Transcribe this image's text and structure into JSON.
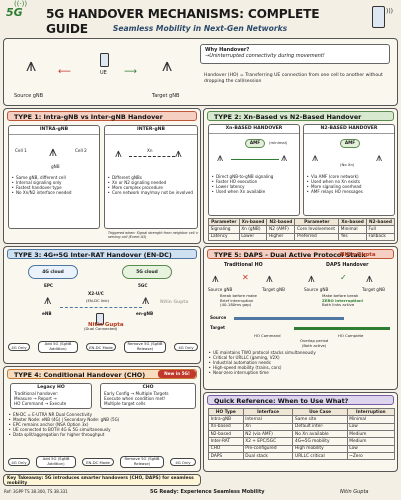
{
  "title": {
    "logo": "5G",
    "main": "5G HANDOVER MECHANISMS: COMPLETE GUIDE",
    "subtitle": "Seamless Mobility in Next-Gen Networks"
  },
  "intro": {
    "ue_label": "UE",
    "source_label": "Source gNB",
    "target_label": "Target gNB",
    "why_q": "Why Handover?",
    "why_a": "→Uninterrupted connectivity during movement!",
    "definition": "Handover (HO) = Transferring UE connection from one cell to another without dropping the call/session"
  },
  "type1": {
    "header": "TYPE 1: Intra-gNB vs Inter-gNB Handover",
    "intra_title": "INTRA-gNB",
    "inter_title": "INTER-gNB",
    "cell1": "Cell 1",
    "cell2": "Cell 2",
    "gnb": "gNB",
    "xn": "Xn",
    "intra_bullets": [
      "Same gNB, different cell",
      "Internal signaling only",
      "Fastest handover type",
      "No Xn/N2 interface needed"
    ],
    "inter_bullets": [
      "Different gNBs",
      "Xn or N2 signaling needed",
      "More complex procedure",
      "Core network may/may not be involved"
    ],
    "note": "Triggered when: Signal strength from neighbor cell > serving cell (Event A3)"
  },
  "type2": {
    "header": "TYPE 2: Xn-Based vs N2-Based Handover",
    "xn_title": "Xn-BASED HANDOVER",
    "n2_title": "N2-BASED HANDOVER",
    "amf": "AMF",
    "minimal": "(minimal)",
    "no_xn": "(No Xn)",
    "xn_bullets": [
      "Direct gNB-to-gNB signaling",
      "Faster HO execution",
      "Lower latency",
      "Used when Xn available"
    ],
    "n2_bullets": [
      "Via AMF (core network)",
      "Used when no Xn exists",
      "More signaling overhead",
      "AMF relays HO messages"
    ],
    "param_headers": [
      "Parameter",
      "Xn-based",
      "N2-based"
    ],
    "params": [
      [
        "Signaling",
        "Xn (gNB)",
        "N2 (AMF)"
      ],
      [
        "Latency",
        "Lower",
        "Higher"
      ],
      [
        "Core Involvement",
        "Minimal",
        "Full"
      ],
      [
        "Preferred",
        "Yes",
        "Fallback"
      ]
    ]
  },
  "type3": {
    "header": "TYPE 3: 4G↔5G Inter-RAT Handover (EN-DC)",
    "cloud4g": "4G cloud",
    "cloud5g": "5G cloud",
    "epc": "EPC",
    "fivegc": "5GC",
    "x2": "X2-U/C",
    "endc": "(EN-DC link)",
    "enb": "eNB",
    "engnb": "en-gNB",
    "dual": "(Dual Connected)",
    "flow": [
      "4G Only",
      "Add 5G (SgNB Addition)",
      "EN-DC Mode",
      "Remove 5G (SgNB Release)",
      "4G Only"
    ]
  },
  "type4": {
    "header": "TYPE 4: Conditional Handover (CHO)",
    "badge": "New in 5G!",
    "legacy_title": "Legacy HO",
    "legacy_lines": [
      "Traditional handover:",
      "Measure → Report →",
      "HO Command → Execute"
    ],
    "cho_title": "CHO",
    "cho_lines": [
      "Early Config → Multiple Targets",
      "Execute when condition met!",
      "Multiple target cells"
    ],
    "bullets": [
      "EN-DC = E-UTRA NR Dual Connectivity",
      "Master Node: eNB (4G) | Secondary Node: gNB (5G)",
      "EPC remains anchor (NSA Option 3x)",
      "UE connected to BOTH 4G & 5G simultaneously",
      "Data split/aggregation for higher throughput"
    ],
    "flow": [
      "4G Only",
      "Add 5G (SgNB Addition)",
      "EN-DC Mode",
      "Remove 5G (SgNB Release)",
      "4G Only"
    ]
  },
  "type5": {
    "header": "TYPE 5: DAPS - Dual Active Protocol Stack",
    "trad_title": "Traditional HO",
    "daps_title": "DAPS Handover",
    "src": "Source gNB",
    "tgt": "Target gNB",
    "trad_note": [
      "Break before make",
      "Brief interruption",
      "(40-180ms gap)"
    ],
    "daps_note": [
      "Make before break",
      "ZERO interruption!",
      "Both links active"
    ],
    "source": "Source",
    "target": "Target",
    "ho_cmd": "HO Command",
    "ho_complete": "HO Complete",
    "overlap": [
      "Overlap period",
      "(Both active)"
    ],
    "bullets": [
      "UE maintains TWO protocol stacks simultaneously",
      "Critical for URLLC (gaming, V2X)",
      "Industrial automation needs",
      "High-speed mobility (trains, cars)",
      "Near-zero interruption time"
    ]
  },
  "quickref": {
    "header": "Quick Reference: When to Use What?",
    "columns": [
      "HO Type",
      "Interface",
      "Use Case",
      "Interruption"
    ],
    "rows": [
      [
        "Intra-gNB",
        "Internal",
        "Same site",
        "Minimal"
      ],
      [
        "Xn-based",
        "Xn",
        "Default inter-",
        "Low"
      ],
      [
        "N2-based",
        "N2 (via AMF)",
        "No Xn available",
        "Medium"
      ],
      [
        "Inter-RAT",
        "X2 + EPC/5GC",
        "4G↔5G mobility",
        "Medium"
      ],
      [
        "CHO",
        "Pre-configured",
        "High mobility",
        "Low"
      ],
      [
        "DAPS",
        "Dual stack",
        "URLLC critical",
        "~Zero"
      ]
    ]
  },
  "takeaway": "Key Takeaway: 5G introduces smarter handovers (CHO, DAPS) for seamless mobility",
  "footer": {
    "ref": "Ref: 3GPP TS 38.300, TS 38.331",
    "tagline": "5G Ready: Experience Seamless Mobility",
    "author": "Nitin Gupta"
  },
  "watermarks": [
    "Nitin Gupta",
    "Nitin Gupta",
    "Nitin Gupta"
  ],
  "colors": {
    "background": "#f3efe4",
    "type1": "#f4cfc2",
    "type2": "#d7ead0",
    "type3": "#cfe0f1",
    "type4": "#f7dcc0",
    "type5": "#f4cfc2",
    "quickref": "#ddd4ee"
  }
}
